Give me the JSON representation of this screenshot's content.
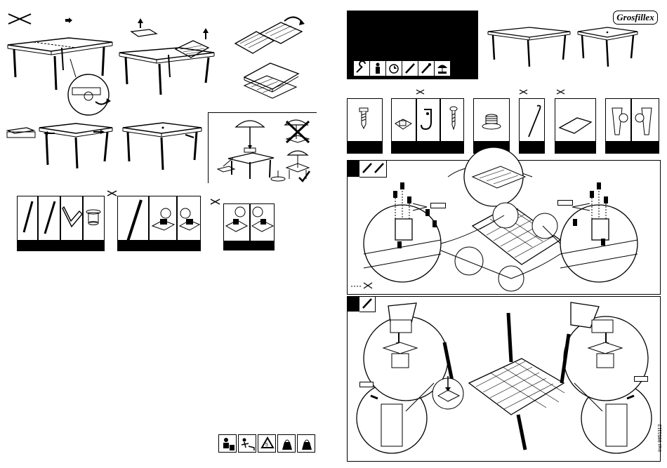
{
  "brand": {
    "logo_text": "Grosfillex"
  },
  "footer": {
    "reference_code": "Inst 9851112"
  },
  "sections": {
    "parts_left": {
      "groups": [
        {
          "name": "legs-set",
          "cells": 4
        },
        {
          "name": "rods-set",
          "cells": 3
        },
        {
          "name": "brackets-set",
          "cells": 2
        }
      ]
    },
    "parts_right": {
      "groups": [
        {
          "name": "screw",
          "cells": 1
        },
        {
          "name": "clip-set",
          "cells": 3
        },
        {
          "name": "foot",
          "cells": 1
        },
        {
          "name": "wire",
          "cells": 1
        },
        {
          "name": "panel",
          "cells": 1
        },
        {
          "name": "leg-ends",
          "cells": 2
        }
      ]
    },
    "tool_icons": [
      "wrench-icon",
      "person-icon",
      "timer-icon",
      "screwdriver-icon",
      "screwdriver-icon",
      "umbrella-icon"
    ],
    "recycle_icons": [
      "recycle-person-icon",
      "person-cleaning-icon",
      "recycle-symbol-icon",
      "bag-icon",
      "bag-icon"
    ],
    "step_icons": {
      "step1": [
        "screwdriver-icon",
        "screwdriver-icon"
      ],
      "step2": [
        "screwdriver-icon"
      ]
    }
  },
  "colors": {
    "ink": "#000000",
    "paper": "#ffffff"
  }
}
